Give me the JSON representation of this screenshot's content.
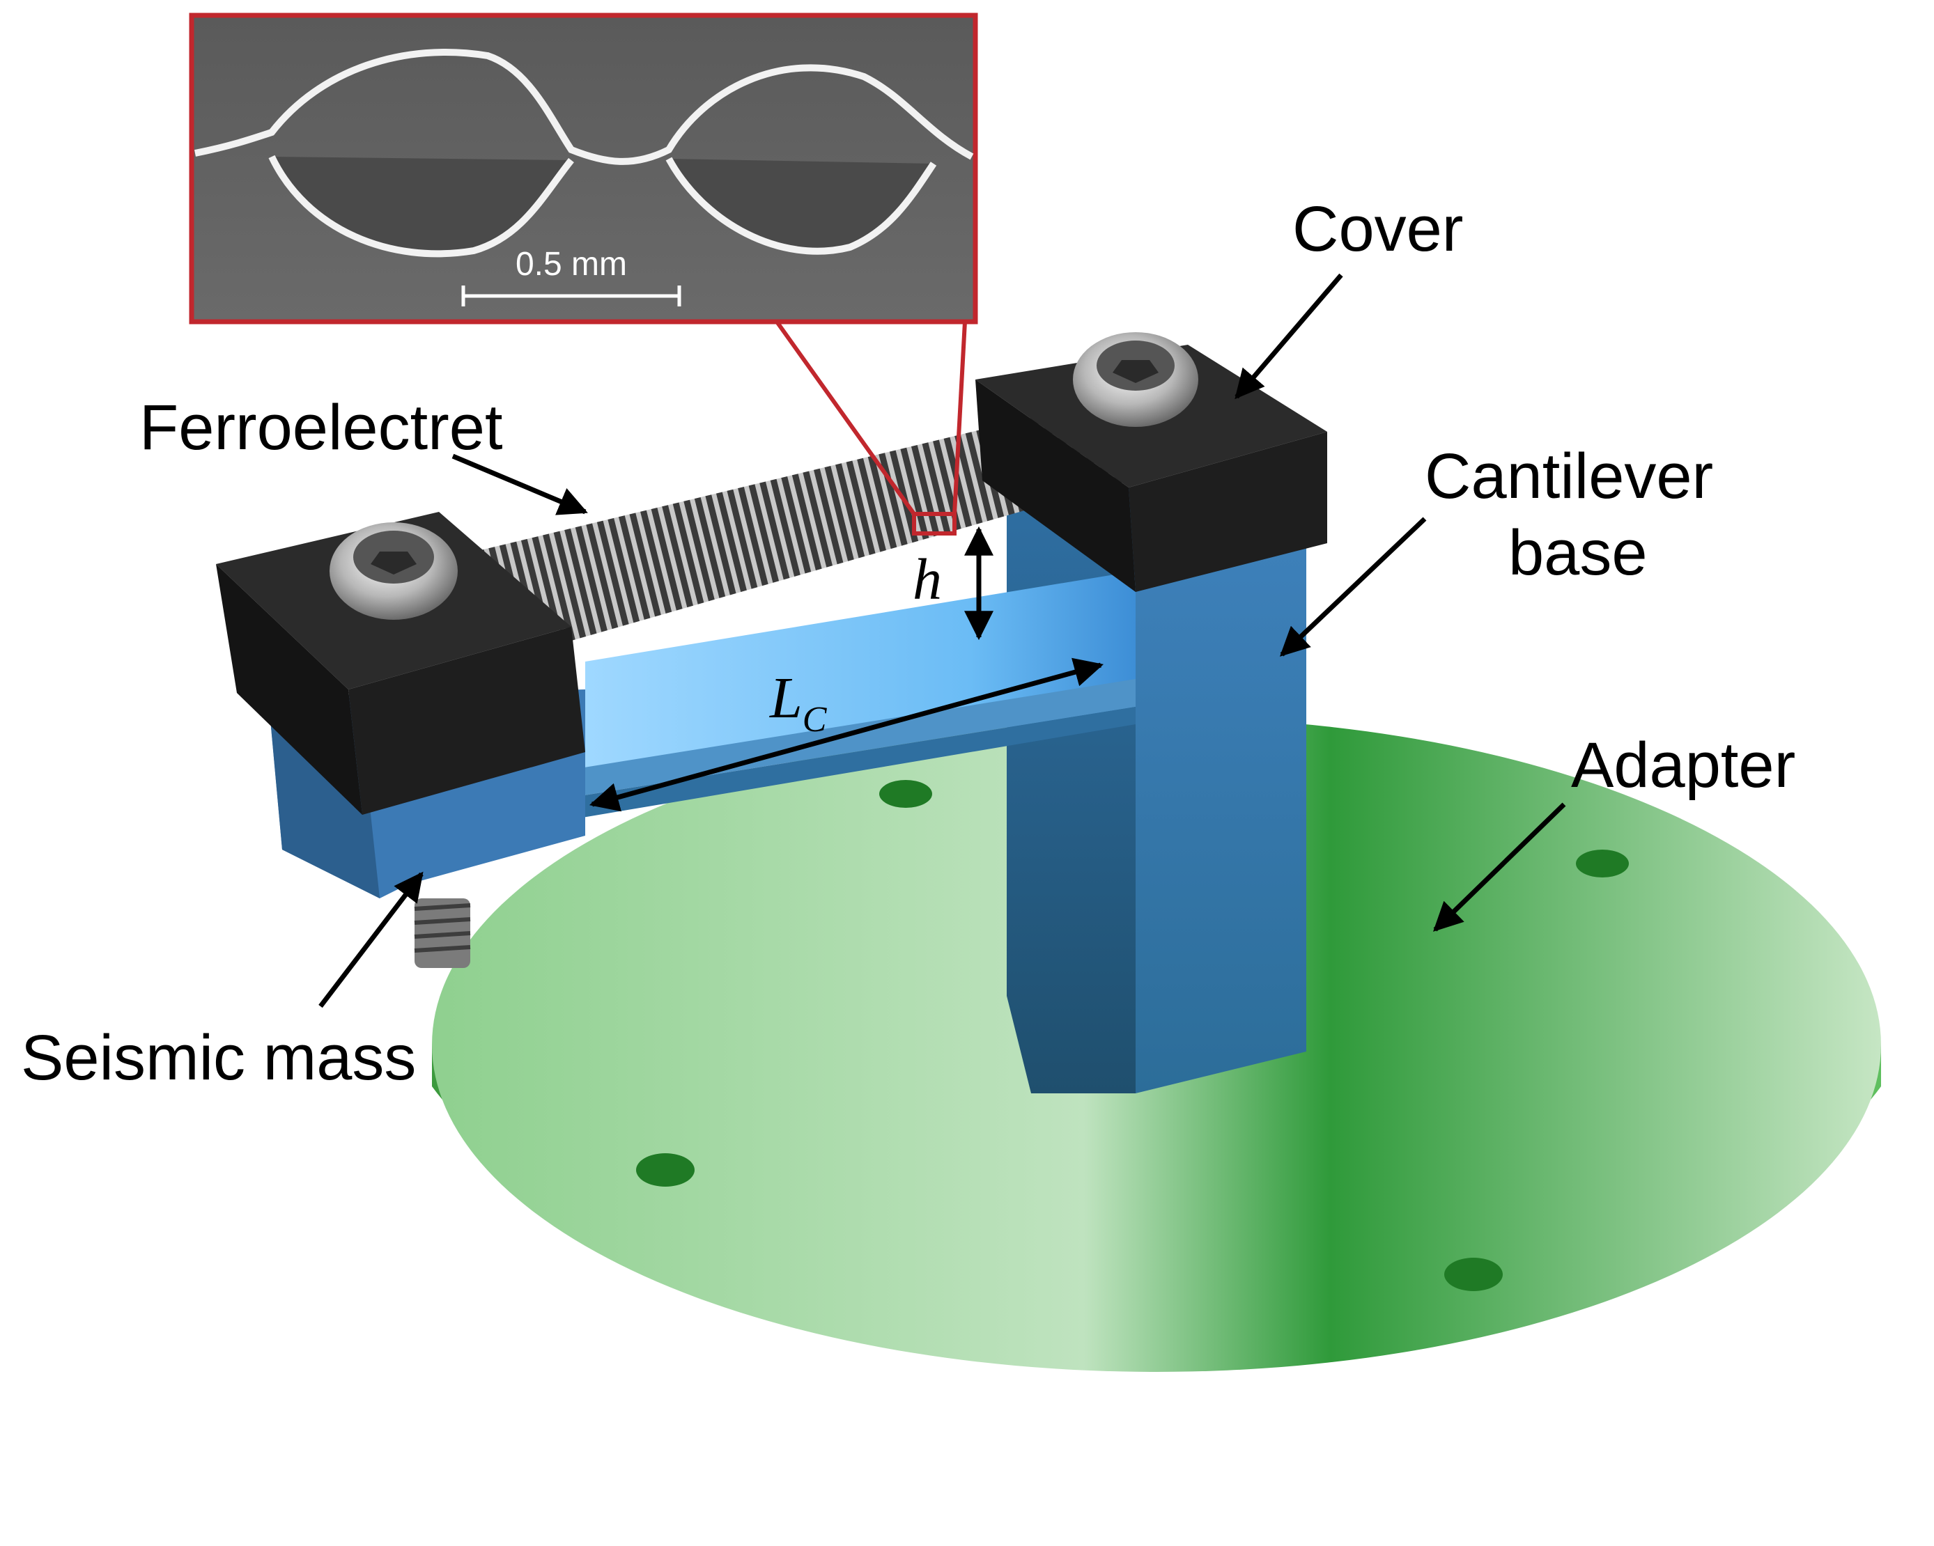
{
  "labels": {
    "cover": "Cover",
    "ferroelectret": "Ferroelectret",
    "cantilever_line1": "Cantilever",
    "cantilever_line2": "base",
    "adapter": "Adapter",
    "seismic_mass": "Seismic mass",
    "height_symbol": "h",
    "length_symbol": "L",
    "length_subscript": "C",
    "scale_bar": "0.5 mm"
  },
  "colors": {
    "adapter": "#3fae45",
    "cantilever": "#3d7fb8",
    "beam": "#7fc8ff",
    "cover": "#1f1f1f",
    "inset_frame": "#c1272d",
    "inset_bg": "#5e5e5e"
  }
}
